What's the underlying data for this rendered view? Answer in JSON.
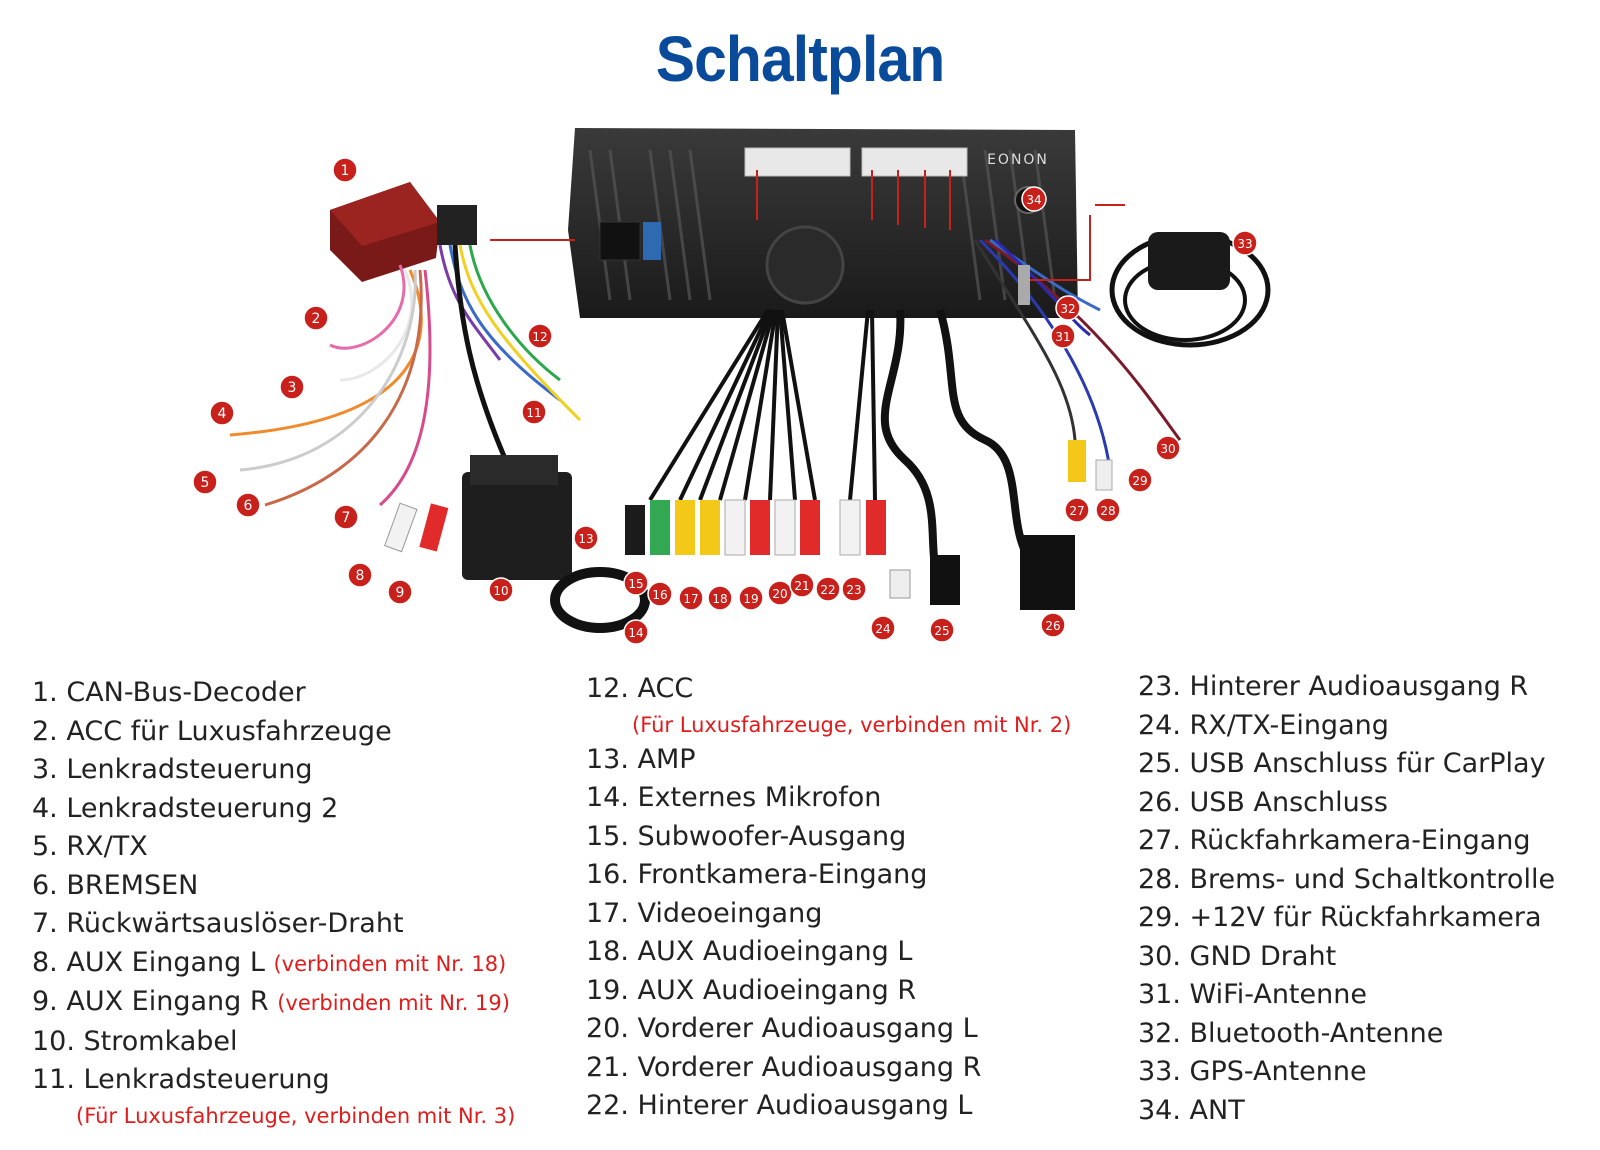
{
  "title": "Schaltplan",
  "brand": "EONON",
  "colors": {
    "title": "#0a4a9a",
    "note": "#e21b1b",
    "marker": "#c8211c"
  },
  "legend": {
    "col1": [
      {
        "text": "1. CAN-Bus-Decoder"
      },
      {
        "text": "2. ACC für Luxusfahrzeuge"
      },
      {
        "text": "3. Lenkradsteuerung"
      },
      {
        "text": "4. Lenkradsteuerung 2"
      },
      {
        "text": "5. RX/TX"
      },
      {
        "text": "6. BREMSEN"
      },
      {
        "text": "7. Rückwärtsauslöser-Draht"
      },
      {
        "text": "8. AUX Eingang L",
        "note": "(verbinden mit Nr. 18)"
      },
      {
        "text": "9. AUX Eingang R",
        "note": "(verbinden mit Nr. 19)"
      },
      {
        "text": "10. Stromkabel"
      },
      {
        "text": "11. Lenkradsteuerung",
        "subnote": "(Für Luxusfahrzeuge, verbinden mit Nr. 3)"
      }
    ],
    "col2": [
      {
        "text": "12. ACC",
        "subnote": "(Für Luxusfahrzeuge, verbinden mit Nr. 2)"
      },
      {
        "text": "13. AMP"
      },
      {
        "text": "14. Externes Mikrofon"
      },
      {
        "text": "15. Subwoofer-Ausgang"
      },
      {
        "text": "16. Frontkamera-Eingang"
      },
      {
        "text": "17. Videoeingang"
      },
      {
        "text": "18. AUX Audioeingang L"
      },
      {
        "text": "19. AUX Audioeingang R"
      },
      {
        "text": "20. Vorderer Audioausgang L"
      },
      {
        "text": "21. Vorderer Audioausgang R"
      },
      {
        "text": "22. Hinterer Audioausgang L"
      }
    ],
    "col3": [
      {
        "text": "23. Hinterer Audioausgang R"
      },
      {
        "text": "24. RX/TX-Eingang"
      },
      {
        "text": "25. USB Anschluss für CarPlay"
      },
      {
        "text": "26. USB Anschluss"
      },
      {
        "text": "27. Rückfahrkamera-Eingang"
      },
      {
        "text": "28. Brems- und Schaltkontrolle"
      },
      {
        "text": "29. +12V für Rückfahrkamera"
      },
      {
        "text": "30. GND Draht"
      },
      {
        "text": "31. WiFi-Antenne"
      },
      {
        "text": "32. Bluetooth-Antenne"
      },
      {
        "text": "33. GPS-Antenne"
      },
      {
        "text": "34. ANT"
      }
    ]
  },
  "markers": [
    "1",
    "2",
    "3",
    "4",
    "5",
    "6",
    "7",
    "8",
    "9",
    "10",
    "11",
    "12",
    "13",
    "14",
    "15",
    "16",
    "17",
    "18",
    "19",
    "20",
    "21",
    "22",
    "23",
    "24",
    "25",
    "26",
    "27",
    "28",
    "29",
    "30",
    "31",
    "32",
    "33",
    "34"
  ]
}
